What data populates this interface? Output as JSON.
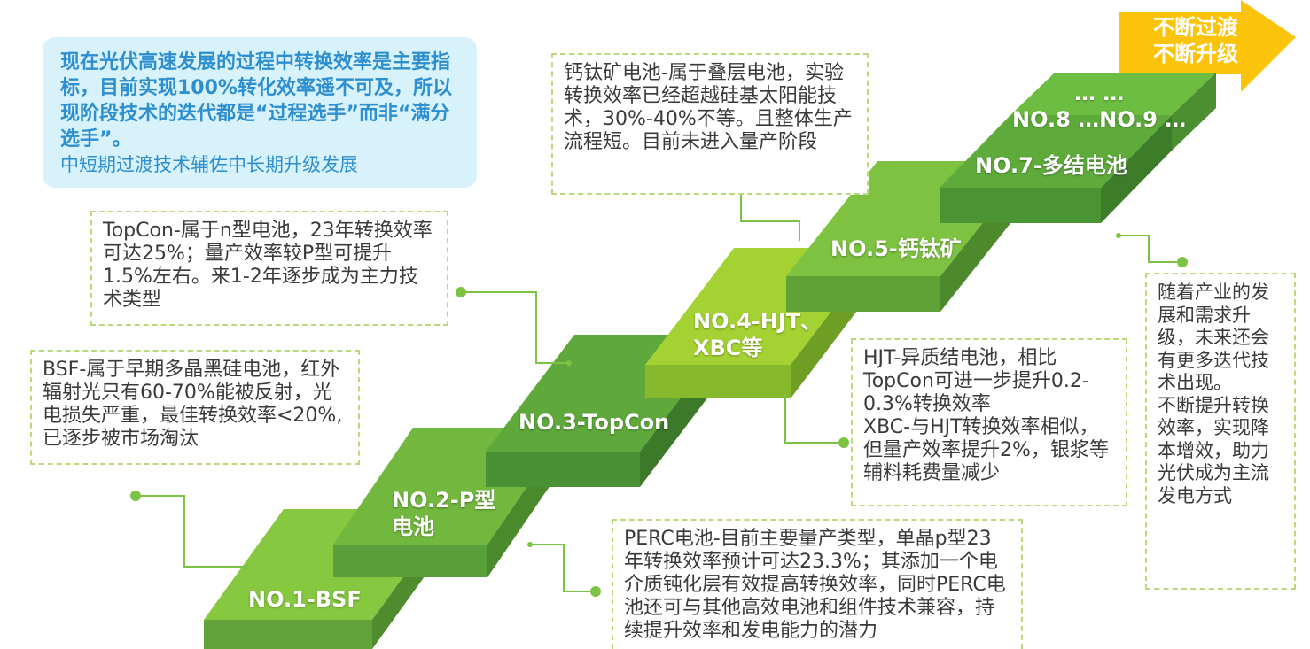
{
  "intro": {
    "main": "现在光伏高速发展的过程中转换效率是主要指标，目前实现100%转化效率遥不可及，所以现阶段技术的迭代都是“过程选手”而非“满分选手”。",
    "sub": "中短期过渡技术辅佐中长期升级发展"
  },
  "arrow": {
    "line1": "不断过渡",
    "line2": "不断升级"
  },
  "steps": [
    {
      "label": "NO.1-BSF"
    },
    {
      "label1": "NO.2-P型",
      "label2": "电池"
    },
    {
      "label": "NO.3-TopCon"
    },
    {
      "label1": "NO.4-HJT、",
      "label2": "XBC等"
    },
    {
      "label": "NO.5-钙钛矿"
    },
    {
      "label": "NO.7-多结电池"
    },
    {
      "label1": "… …",
      "label2": "NO.8 …NO.9 …"
    }
  ],
  "notes": {
    "perovskite": "钙钛矿电池-属于叠层电池，实验转换效率已经超越硅基太阳能技术，30%-40%不等。且整体生产流程短。目前未进入量产阶段",
    "topcon": "TopCon-属于n型电池，23年转换效率可达25%；量产效率较P型可提升1.5%左右。来1-2年逐步成为主力技术类型",
    "bsf": "BSF-属于早期多晶黑硅电池，红外辐射光只有60-70%能被反射，光电损失严重，最佳转换效率<20%,已逐步被市场淘汰",
    "hjt": "HJT-异质结电池，相比TopCon可进一步提升0.2-0.3%转换效率",
    "xbc": "XBC-与HJT转换效率相似，但量产效率提升2%，银浆等辅料耗费量减少",
    "perc": "PERC电池-目前主要量产类型，单晶p型23年转换效率预计可达23.3%；其添加一个电介质钝化层有效提高转换效率，同时PERC电池还可与其他高效电池和组件技术兼容，持续提升效率和发电能力的潜力",
    "future1": "随着产业的发展和需求升级，未来还会有更多迭代技术出现。",
    "future2": "不断提升转换效率，实现降本增效，助力光伏成为主流发电方式"
  },
  "colors": {
    "accent": "#7cc243",
    "intro_bg": "#d8f2fb",
    "intro_text": "#2e8fd0",
    "arrow": "#fcc30b"
  }
}
